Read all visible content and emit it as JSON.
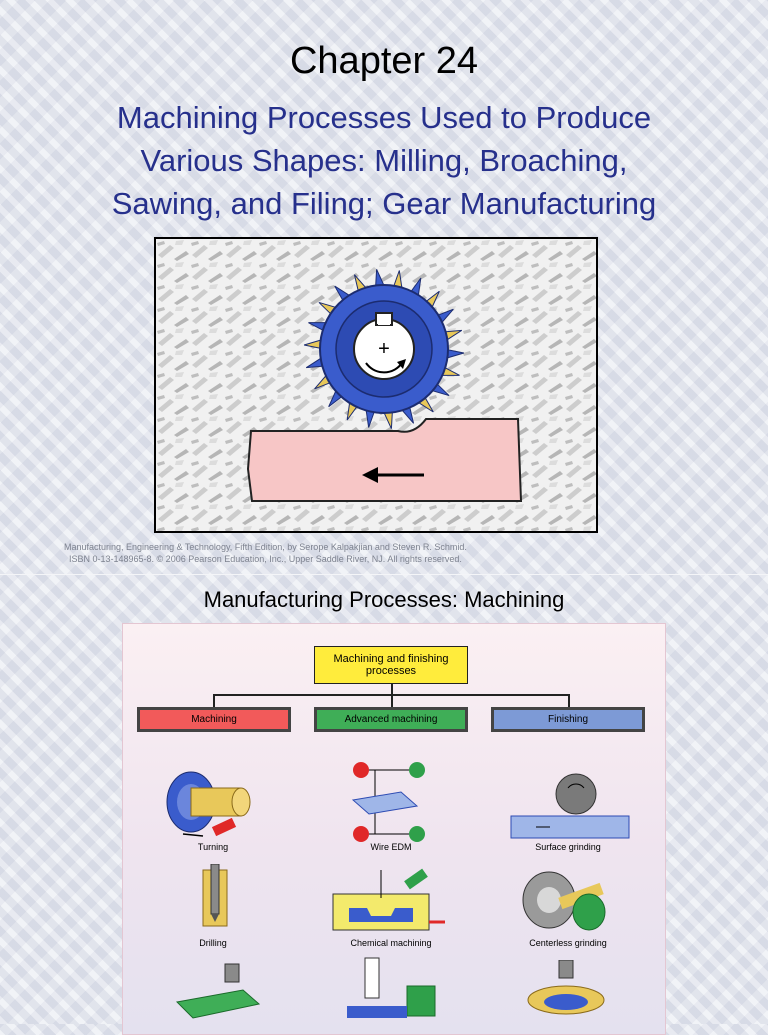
{
  "slide1": {
    "chapter": "Chapter 24",
    "subtitle_lines": [
      "Machining Processes Used to Produce",
      "Various Shapes:  Milling, Broaching,",
      "Sawing, and Filing; Gear Manufacturing"
    ],
    "credit_lines": [
      "Manufacturing, Engineering & Technology, Fifth Edition, by Serope Kalpakjian and Steven R. Schmid.",
      "ISBN 0-13-148965-8. © 2006 Pearson Education, Inc., Upper Saddle River, NJ.  All rights reserved."
    ]
  },
  "slide2": {
    "title": "Manufacturing Processes:  Machining",
    "top_box": "Machining and finishing processes",
    "categories": [
      "Machining",
      "Advanced machining",
      "Finishing"
    ],
    "captions": [
      [
        "Turning",
        "Wire EDM",
        "Surface grinding"
      ],
      [
        "Drilling",
        "Chemical machining",
        "Centerless grinding"
      ]
    ]
  },
  "colors": {
    "title_blue": "#26308c",
    "machining_red": "#f25a5a",
    "advanced_green": "#3fae57",
    "finishing_blue": "#7d9ad6",
    "top_box_yellow": "#ffec3c",
    "cutter_blue": "#3a5ccc",
    "workpiece_pink": "#f7c6c6"
  }
}
